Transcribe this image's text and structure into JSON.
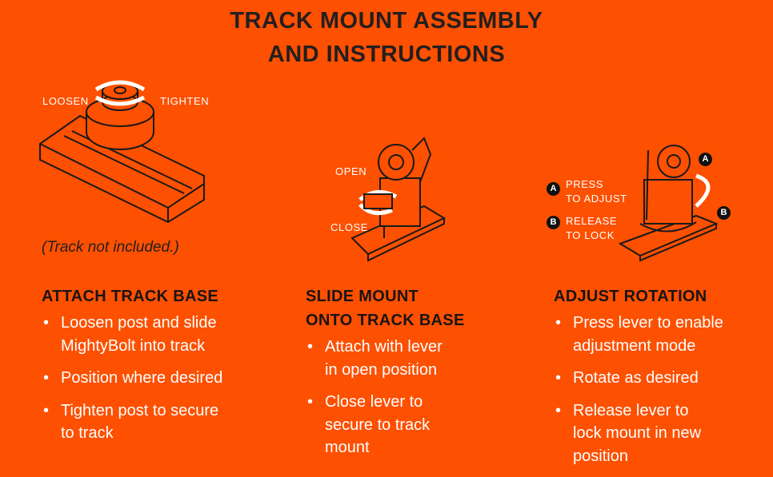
{
  "title_line1": "TRACK MOUNT ASSEMBLY",
  "title_line2": "AND INSTRUCTIONS",
  "step1": {
    "labels": {
      "loosen": "LOOSEN",
      "tighten": "TIGHTEN"
    },
    "note": "(Track not included.)",
    "heading": "ATTACH TRACK BASE",
    "bullets": [
      "Loosen post and slide MightyBolt into track",
      "Position where desired",
      "Tighten post to secure to track"
    ]
  },
  "step2": {
    "labels": {
      "open": "OPEN",
      "close": "CLOSE"
    },
    "heading_line1": "SLIDE MOUNT",
    "heading_line2": "ONTO TRACK BASE",
    "bullets": [
      "Attach with lever in open position",
      "Close lever to secure to track mount"
    ]
  },
  "step3": {
    "badge_a": "A",
    "badge_b": "B",
    "press_line1": "PRESS",
    "press_line2": "TO ADJUST",
    "release_line1": "RELEASE",
    "release_line2": "TO LOCK",
    "heading": "ADJUST ROTATION",
    "bullets": [
      "Press lever to enable adjustment mode",
      "Rotate as desired",
      "Release lever to lock mount in new position"
    ]
  }
}
